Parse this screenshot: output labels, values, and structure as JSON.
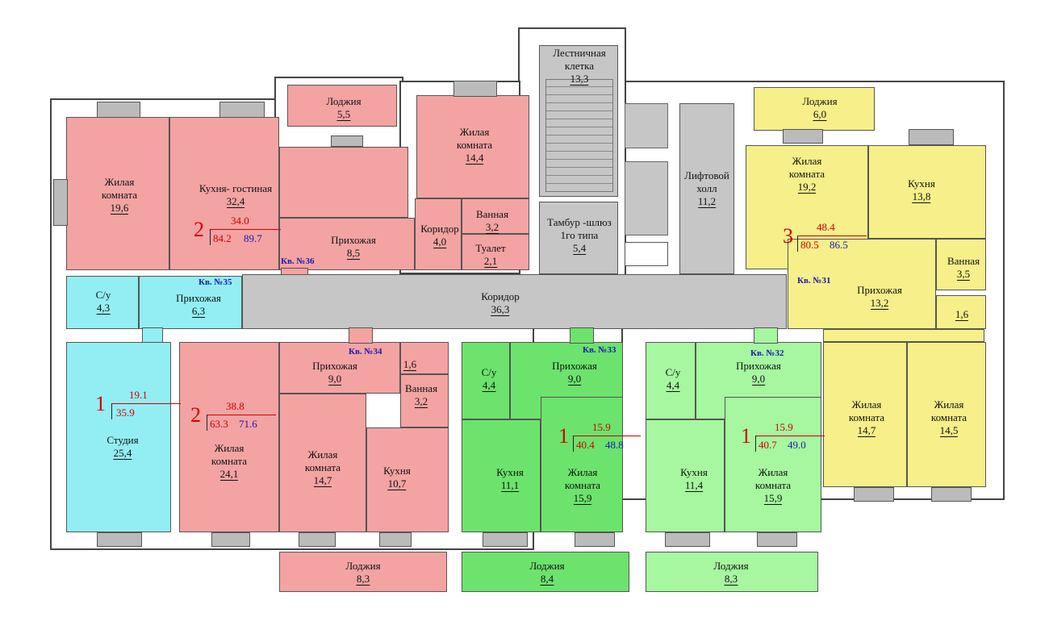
{
  "rooms": {
    "r36_living": {
      "name": "Жилая\nкомната",
      "area": "19,6"
    },
    "r36_kitchen": {
      "name": "Кухня- гостиная",
      "area": "32,4"
    },
    "r36_loggia": {
      "name": "Лоджия",
      "area": "5,5"
    },
    "r36_living2": {
      "name": "Жилая\nкомната",
      "area": "14,4"
    },
    "r36_hall": {
      "name": "Прихожая",
      "area": "8,5"
    },
    "r36_corr": {
      "name": "Коридор",
      "area": "4,0"
    },
    "r36_bath": {
      "name": "Ванная",
      "area": "3,2"
    },
    "r36_wc": {
      "name": "Туалет",
      "area": "2,1"
    },
    "stairs": {
      "name": "Лестничная\nклетка",
      "area": "13,3"
    },
    "tambur": {
      "name": "Тамбур -шлюз\n1го типа",
      "area": "5,4"
    },
    "lift_hall": {
      "name": "Лифтовой\nхолл",
      "area": "11,2"
    },
    "r31_loggia": {
      "name": "Лоджия",
      "area": "6,0"
    },
    "r31_living": {
      "name": "Жилая\nкомната",
      "area": "19,2"
    },
    "r31_kitchen": {
      "name": "Кухня",
      "area": "13,8"
    },
    "r31_bath": {
      "name": "Ванная",
      "area": "3,5"
    },
    "r31_hall": {
      "name": "Прихожая",
      "area": "13,2"
    },
    "r31_small": {
      "name": "",
      "area": "1,6"
    },
    "r31_living2": {
      "name": "Жилая\nкомната",
      "area": "14,7"
    },
    "r31_living3": {
      "name": "Жилая\nкомната",
      "area": "14,5"
    },
    "r35_wc": {
      "name": "С/у",
      "area": "4,3"
    },
    "r35_hall": {
      "name": "Прихожая",
      "area": "6,3"
    },
    "r35_studio": {
      "name": "Студия",
      "area": "25,4"
    },
    "corridor": {
      "name": "Коридор",
      "area": "36,3"
    },
    "r34_hall": {
      "name": "Прихожая",
      "area": "9,0"
    },
    "r34_small": {
      "name": "",
      "area": "1,6"
    },
    "r34_bath": {
      "name": "Ванная",
      "area": "3,2"
    },
    "r34_living": {
      "name": "Жилая\nкомната",
      "area": "24,1"
    },
    "r34_living2": {
      "name": "Жилая\nкомната",
      "area": "14,7"
    },
    "r34_kitchen": {
      "name": "Кухня",
      "area": "10,7"
    },
    "r34_loggia": {
      "name": "Лоджия",
      "area": "8,3"
    },
    "r33_wc": {
      "name": "С/у",
      "area": "4,4"
    },
    "r33_hall": {
      "name": "Прихожая",
      "area": "9,0"
    },
    "r33_kitchen": {
      "name": "Кухня",
      "area": "11,1"
    },
    "r33_living": {
      "name": "Жилая\nкомната",
      "area": "15,9"
    },
    "r33_loggia": {
      "name": "Лоджия",
      "area": "8,4"
    },
    "r32_wc": {
      "name": "С/у",
      "area": "4,4"
    },
    "r32_hall": {
      "name": "Прихожая",
      "area": "9,0"
    },
    "r32_kitchen": {
      "name": "Кухня",
      "area": "11,4"
    },
    "r32_living": {
      "name": "Жилая\nкомната",
      "area": "15,9"
    },
    "r32_loggia": {
      "name": "Лоджия",
      "area": "8,3"
    }
  },
  "apartments": {
    "a36": {
      "label": "Кв. №36",
      "rooms": "2",
      "living": "34.0",
      "total": "84.2",
      "full": "89.7"
    },
    "a35": {
      "label": "Кв. №35",
      "rooms": "1",
      "living": "19.1",
      "total": "35.9"
    },
    "a34": {
      "label": "Кв. №34",
      "rooms": "2",
      "living": "38.8",
      "total": "63.3",
      "full": "71.6"
    },
    "a33": {
      "label": "Кв. №33",
      "rooms": "1",
      "living": "15.9",
      "total": "40.4",
      "full": "48.8"
    },
    "a32": {
      "label": "Кв. №32",
      "rooms": "1",
      "living": "15.9",
      "total": "40.7",
      "full": "49.0"
    },
    "a31": {
      "label": "Кв. №31",
      "rooms": "3",
      "living": "48.4",
      "total": "80.5",
      "full": "86.5"
    }
  },
  "colors": {
    "apt_pink": "#f4a3a3",
    "apt_yellow": "#f6ef8a",
    "apt_cyan": "#93eef4",
    "apt_green": "#6ce36c",
    "apt_light_green": "#a6f7a0",
    "common_gray": "#c6c6c6",
    "area_red": "#d00000",
    "label_blue": "#1a1ab0"
  }
}
